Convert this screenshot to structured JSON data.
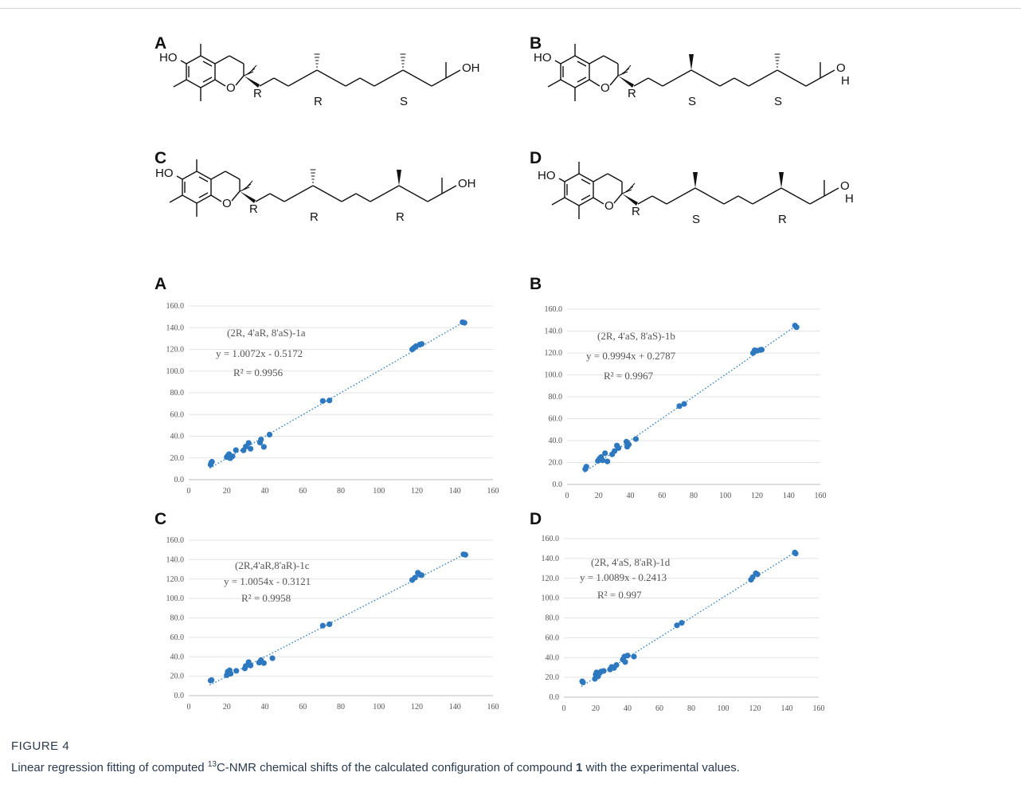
{
  "structures": [
    {
      "letter": "A",
      "ho": "HO",
      "oh": "OH",
      "ring_o": "O",
      "stereo": [
        "R",
        "R",
        "S"
      ]
    },
    {
      "letter": "B",
      "ho": "HO",
      "oh": "O",
      "oh_h": "H",
      "ring_o": "O",
      "stereo": [
        "R",
        "S",
        "S"
      ]
    },
    {
      "letter": "C",
      "ho": "HO",
      "oh": "OH",
      "ring_o": "O",
      "stereo": [
        "R",
        "R",
        "R"
      ]
    },
    {
      "letter": "D",
      "ho": "HO",
      "oh": "O",
      "oh_h": "H",
      "ring_o": "O",
      "stereo": [
        "R",
        "S",
        "R"
      ]
    }
  ],
  "chart_data": [
    {
      "type": "scatter",
      "panel": "A",
      "config_label": "(2R, 4'aR, 8'aS)-1a",
      "equation": "y = 1.0072x - 0.5172",
      "r2": "R² = 0.9956",
      "xlim": [
        0,
        160
      ],
      "ylim": [
        0,
        160
      ],
      "xticks": [
        0,
        20,
        40,
        60,
        80,
        100,
        120,
        140,
        160
      ],
      "yticks": [
        0,
        20,
        40,
        60,
        80,
        100,
        120,
        140,
        160
      ],
      "trend": {
        "slope": 1.0072,
        "intercept": -0.5172
      },
      "x": [
        11.5,
        11.8,
        12.2,
        20,
        20.6,
        21.2,
        21.8,
        23,
        24.8,
        28.8,
        30,
        31.5,
        32.5,
        37.5,
        38,
        39.5,
        42.5,
        70.5,
        74,
        117.5,
        118.5,
        119.5,
        121.5,
        122.5,
        144,
        145
      ],
      "y": [
        13.8,
        15.5,
        16.5,
        20.8,
        22.2,
        23.5,
        19.8,
        21.5,
        27.2,
        27,
        30.5,
        33.8,
        28.5,
        34.2,
        37,
        30.2,
        41.5,
        72.5,
        73,
        120,
        121.5,
        123,
        124.5,
        125,
        145,
        144.5
      ]
    },
    {
      "type": "scatter",
      "panel": "B",
      "config_label": "(2R, 4'aS, 8'aS)-1b",
      "equation": "y = 0.9994x + 0.2787",
      "r2": "R² = 0.9967",
      "xlim": [
        0,
        160
      ],
      "ylim": [
        0,
        160
      ],
      "xticks": [
        0,
        20,
        40,
        60,
        80,
        100,
        120,
        140,
        160
      ],
      "yticks": [
        "0.0",
        "20.0",
        "40.0",
        "60.0",
        "80.0",
        "100.0",
        "120.0",
        "140.0",
        "160.0"
      ],
      "trend": {
        "slope": 0.9994,
        "intercept": 0.2787
      },
      "x": [
        11.5,
        12.2,
        19.5,
        20.5,
        21.5,
        22.5,
        24,
        25.5,
        28.5,
        30,
        31.5,
        32.5,
        37.5,
        38,
        39,
        43.5,
        71,
        74,
        117.5,
        118.5,
        120,
        122,
        123,
        144,
        145
      ],
      "y": [
        14,
        16.2,
        21.5,
        23.5,
        25,
        22,
        28.5,
        21,
        27.5,
        30.5,
        35.5,
        33.2,
        39,
        34.5,
        36.5,
        41.5,
        71.5,
        73.5,
        120,
        122.5,
        122,
        122.8,
        123,
        145,
        143.5
      ]
    },
    {
      "type": "scatter",
      "panel": "C",
      "config_label": "(2R,4'aR,8'aR)-1c",
      "equation": "y = 1.0054x - 0.3121",
      "r2": "R² = 0.9958",
      "xlim": [
        0,
        160
      ],
      "ylim": [
        0,
        160
      ],
      "xticks": [
        0,
        20,
        40,
        60,
        80,
        100,
        120,
        140,
        160
      ],
      "yticks": [
        "0.0",
        "20.0",
        "40.0",
        "60.0",
        "80.0",
        "100.0",
        "120.0",
        "140.0",
        "160.0"
      ],
      "trend": {
        "slope": 1.0054,
        "intercept": -0.3121
      },
      "x": [
        11.5,
        12,
        20,
        20.5,
        21.5,
        22,
        25,
        29.5,
        30,
        31.5,
        32.5,
        37,
        38,
        39.5,
        44,
        70.5,
        74,
        117.5,
        119,
        120.5,
        121.5,
        122.5,
        144.5,
        145.5
      ],
      "y": [
        15.5,
        16,
        21,
        24.5,
        26,
        22.5,
        25.5,
        28,
        30.5,
        34.5,
        31,
        34,
        36.5,
        33.5,
        38.5,
        72,
        73.5,
        119,
        121.5,
        126.5,
        124.5,
        124,
        145.5,
        145
      ]
    },
    {
      "type": "scatter",
      "panel": "D",
      "config_label": "(2R, 4'aS, 8'aR)-1d",
      "equation": "y = 1.0089x - 0.2413",
      "r2": "R² = 0.997",
      "xlim": [
        0,
        160
      ],
      "ylim": [
        0,
        160
      ],
      "xticks": [
        0,
        20,
        40,
        60,
        80,
        100,
        120,
        140,
        160
      ],
      "yticks": [
        "0.0",
        "20.0",
        "40.0",
        "60.0",
        "80.0",
        "100.0",
        "120.0",
        "140.0",
        "160.0"
      ],
      "trend": {
        "slope": 1.0089,
        "intercept": -0.2413
      },
      "x": [
        11.5,
        12,
        19.5,
        20,
        20.5,
        21.5,
        22.5,
        23.5,
        25,
        29,
        30,
        31.5,
        33,
        37,
        38,
        38.5,
        40,
        44,
        71,
        74,
        117.5,
        118.5,
        120.5,
        121.5,
        145,
        145.5
      ],
      "y": [
        16,
        15,
        18.5,
        23,
        25,
        21,
        24.5,
        26,
        26.5,
        28,
        30.5,
        29.5,
        32.5,
        38,
        41,
        35.5,
        42,
        41,
        72.5,
        75,
        118.5,
        121,
        125,
        124,
        146,
        145
      ]
    }
  ],
  "caption": {
    "label": "FIGURE 4",
    "pre": "Linear regression fitting of computed ",
    "sup": "13",
    "mid": "C-NMR chemical shifts of the calculated configuration of compound ",
    "bold": "1",
    "post": " with the experimental values."
  }
}
